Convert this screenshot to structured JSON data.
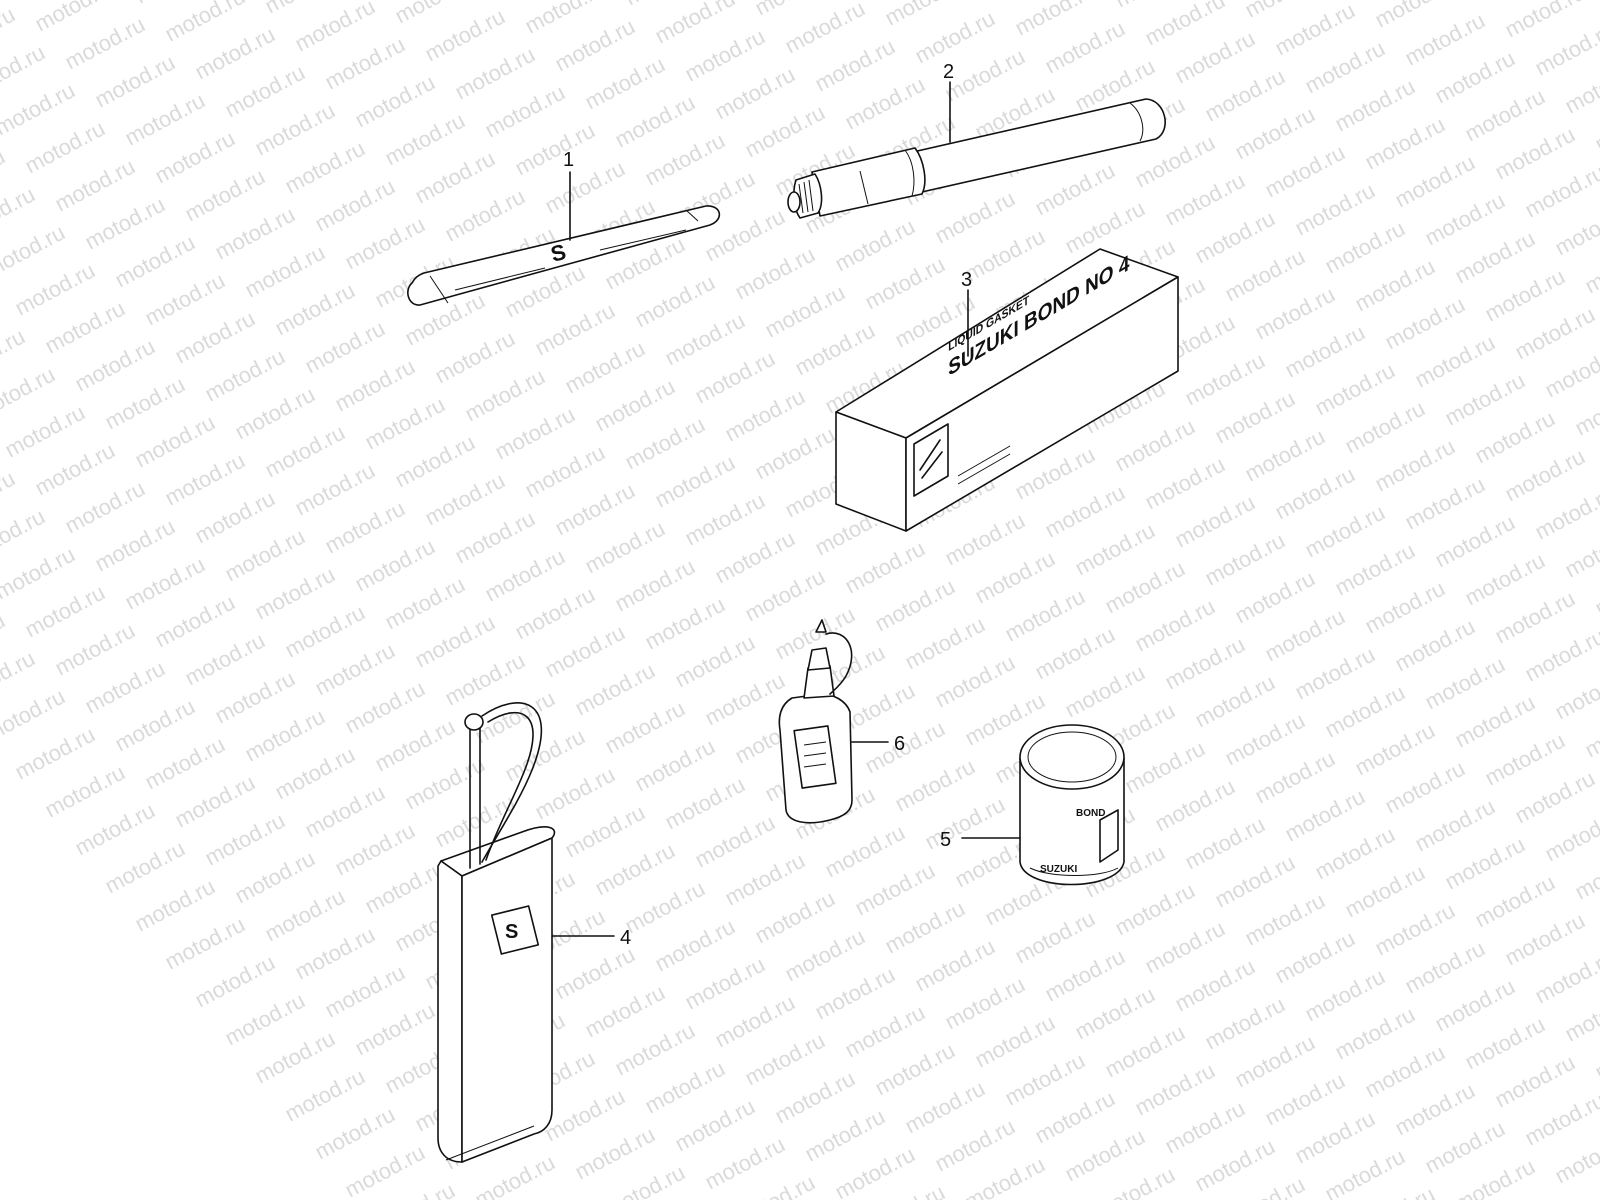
{
  "watermark": {
    "text": "motod.ru"
  },
  "callouts": [
    {
      "id": "1",
      "label": "1"
    },
    {
      "id": "2",
      "label": "2"
    },
    {
      "id": "3",
      "label": "3"
    },
    {
      "id": "4",
      "label": "4"
    },
    {
      "id": "5",
      "label": "5"
    },
    {
      "id": "6",
      "label": "6"
    }
  ],
  "parts": {
    "stick": {
      "logo": "S"
    },
    "box": {
      "line1": "LIQUID GASKET",
      "line2": "SUZUKI BOND NO 4",
      "brand": "SUZUKI"
    },
    "can": {
      "logo": "S"
    },
    "tin": {
      "text1": "BOND",
      "text2": "SUZUKI"
    }
  },
  "colors": {
    "line": "#111111",
    "watermark": "#dadada",
    "background": "#ffffff"
  }
}
